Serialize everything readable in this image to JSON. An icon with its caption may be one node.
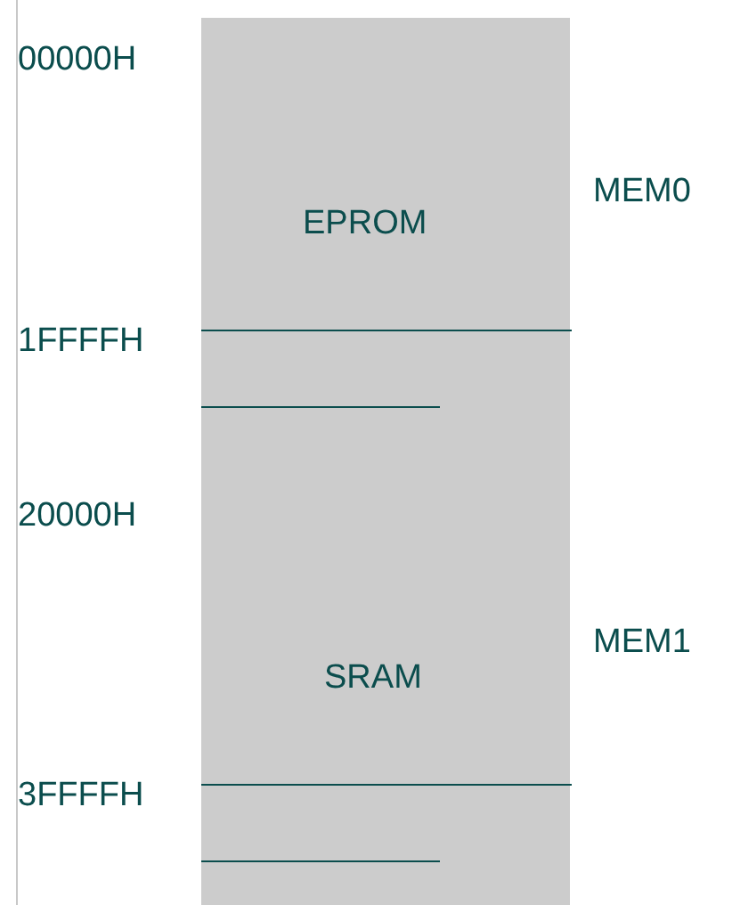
{
  "diagram": {
    "labels": [
      "00000H",
      "EPROM",
      "MEM0",
      "1FFFFH",
      "20000H",
      "SRAM",
      "MEM1",
      "3FFFFH"
    ]
  }
}
